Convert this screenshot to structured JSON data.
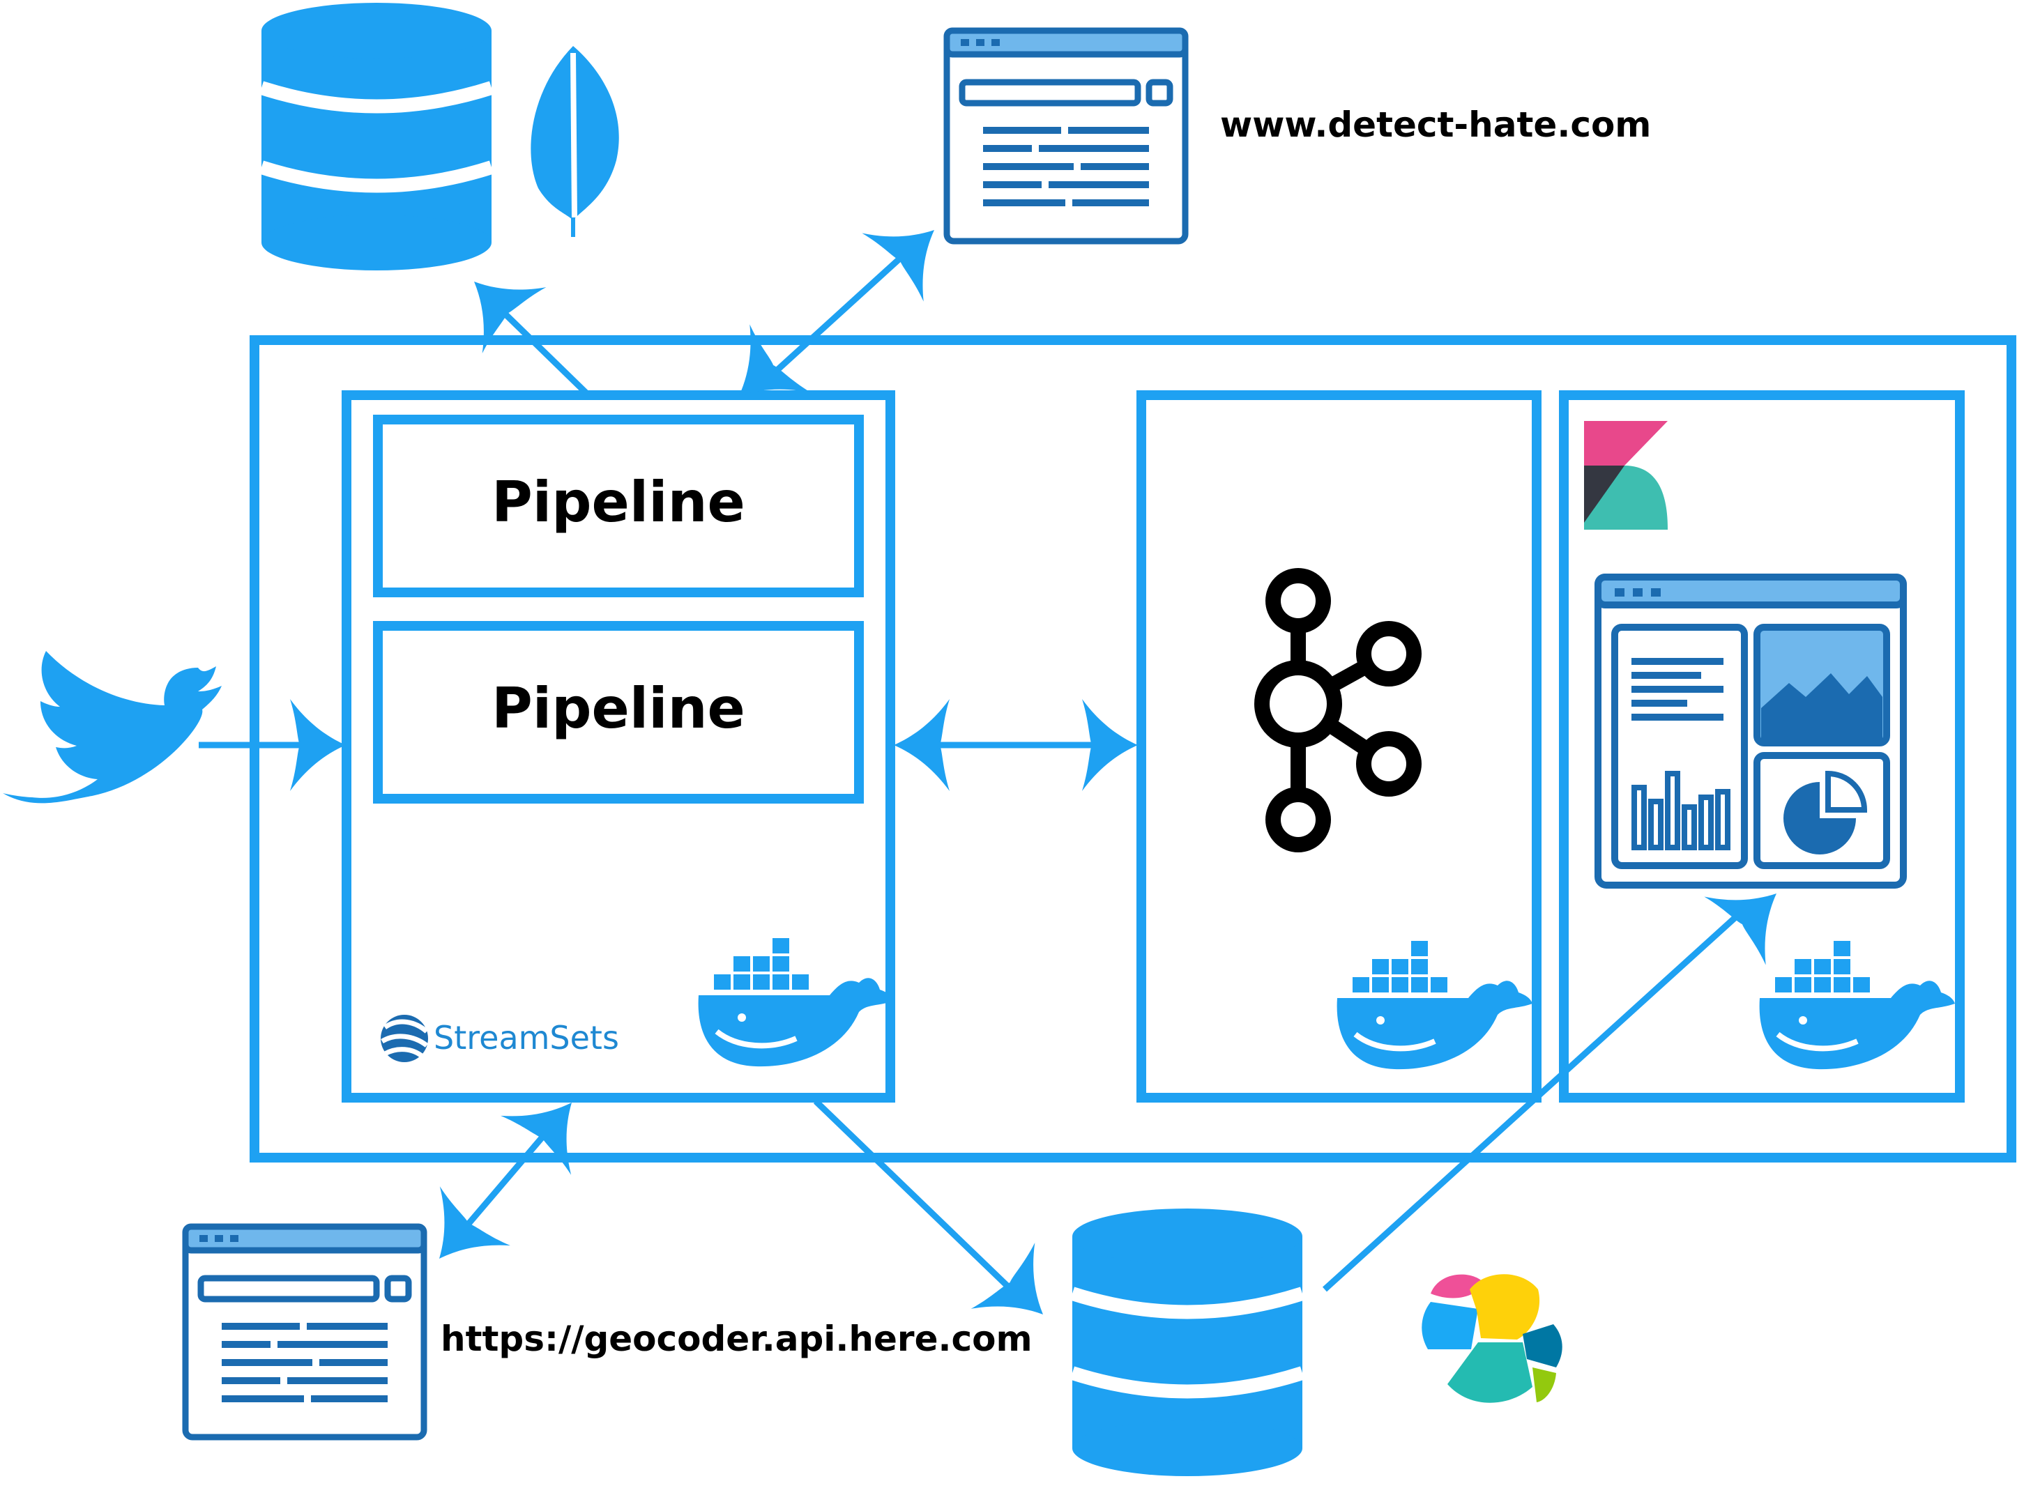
{
  "pipelines": [
    {
      "label": "Pipeline"
    },
    {
      "label": "Pipeline"
    }
  ],
  "urls": {
    "detect": "www.detect-hate.com",
    "geocoder": "https://geocoder.api.here.com"
  },
  "brand": {
    "streamsets": "StreamSets"
  },
  "icons": {
    "twitter": "twitter-bird-icon",
    "mongodb": "mongodb-leaf-icon",
    "elasticsearch": "elasticsearch-icon",
    "kafka": "kafka-icon",
    "kibana": "kibana-icon",
    "docker": "docker-whale-icon",
    "database": "database-icon",
    "browser": "browser-window-icon",
    "dashboard": "dashboard-window-icon"
  },
  "colors": {
    "primary_blue": "#1ea1f2",
    "dark_blue": "#1b6bb0",
    "light_blue": "#6fb7ec",
    "black": "#000000",
    "kibana_pink": "#e8488b",
    "kibana_teal": "#3ebeb0",
    "kibana_dark": "#343741",
    "elastic_yellow": "#fed10a",
    "elastic_teal": "#24bbb1",
    "elastic_blue": "#0077a3",
    "elastic_lightblue": "#1ba9f5",
    "elastic_pink": "#ef5098",
    "elastic_green": "#93c90e"
  }
}
